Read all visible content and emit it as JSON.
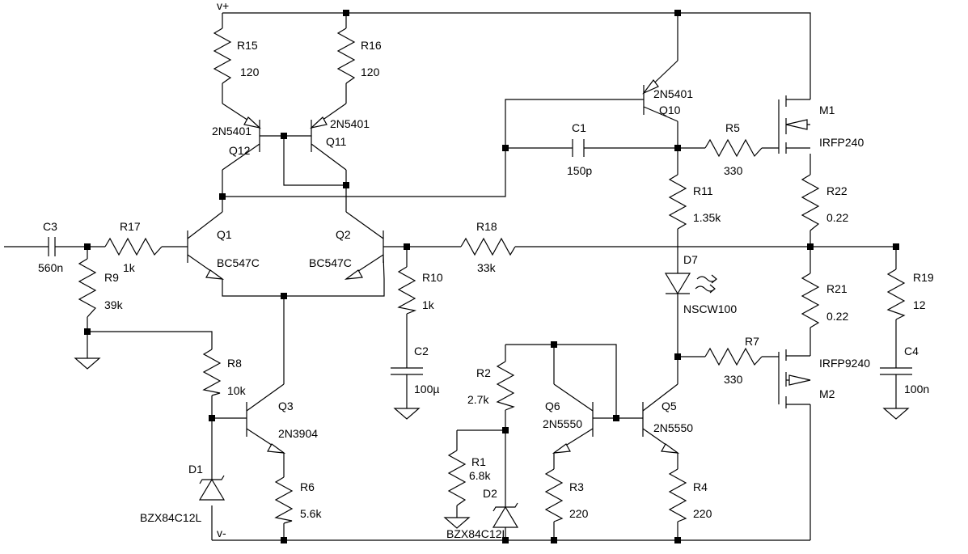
{
  "rails": {
    "positive": "v+",
    "negative": "v-"
  },
  "components": {
    "R15": {
      "ref": "R15",
      "value": "120"
    },
    "R16": {
      "ref": "R16",
      "value": "120"
    },
    "Q12": {
      "ref": "Q12",
      "model": "2N5401"
    },
    "Q11": {
      "ref": "Q11",
      "model": "2N5401"
    },
    "Q10": {
      "ref": "Q10",
      "model": "2N5401"
    },
    "M1": {
      "ref": "M1",
      "model": "IRFP240"
    },
    "R5": {
      "ref": "R5",
      "value": "330"
    },
    "C1": {
      "ref": "C1",
      "value": "150p"
    },
    "R11": {
      "ref": "R11",
      "value": "1.35k"
    },
    "R22": {
      "ref": "R22",
      "value": "0.22"
    },
    "C3": {
      "ref": "C3",
      "value": "560n"
    },
    "R17": {
      "ref": "R17",
      "value": "1k"
    },
    "Q1": {
      "ref": "Q1",
      "model": "BC547C"
    },
    "Q2": {
      "ref": "Q2",
      "model": "BC547C"
    },
    "R18": {
      "ref": "R18",
      "value": "33k"
    },
    "R9": {
      "ref": "R9",
      "value": "39k"
    },
    "R10": {
      "ref": "R10",
      "value": "1k"
    },
    "D7": {
      "ref": "D7",
      "model": "NSCW100"
    },
    "R21": {
      "ref": "R21",
      "value": "0.22"
    },
    "R19": {
      "ref": "R19",
      "value": "12"
    },
    "C2": {
      "ref": "C2",
      "value": "100µ"
    },
    "R7": {
      "ref": "R7",
      "value": "330"
    },
    "M2": {
      "ref": "M2",
      "model": "IRFP9240"
    },
    "C4": {
      "ref": "C4",
      "value": "100n"
    },
    "R8": {
      "ref": "R8",
      "value": "10k"
    },
    "Q3": {
      "ref": "Q3",
      "model": "2N3904"
    },
    "R2": {
      "ref": "R2",
      "value": "2.7k"
    },
    "Q6": {
      "ref": "Q6",
      "model": "2N5550"
    },
    "Q5": {
      "ref": "Q5",
      "model": "2N5550"
    },
    "D1": {
      "ref": "D1",
      "model": "BZX84C12L"
    },
    "R6": {
      "ref": "R6",
      "value": "5.6k"
    },
    "R1": {
      "ref": "R1",
      "value": "6.8k"
    },
    "D2": {
      "ref": "D2",
      "model": "BZX84C12L"
    },
    "R3": {
      "ref": "R3",
      "value": "220"
    },
    "R4": {
      "ref": "R4",
      "value": "220"
    }
  }
}
